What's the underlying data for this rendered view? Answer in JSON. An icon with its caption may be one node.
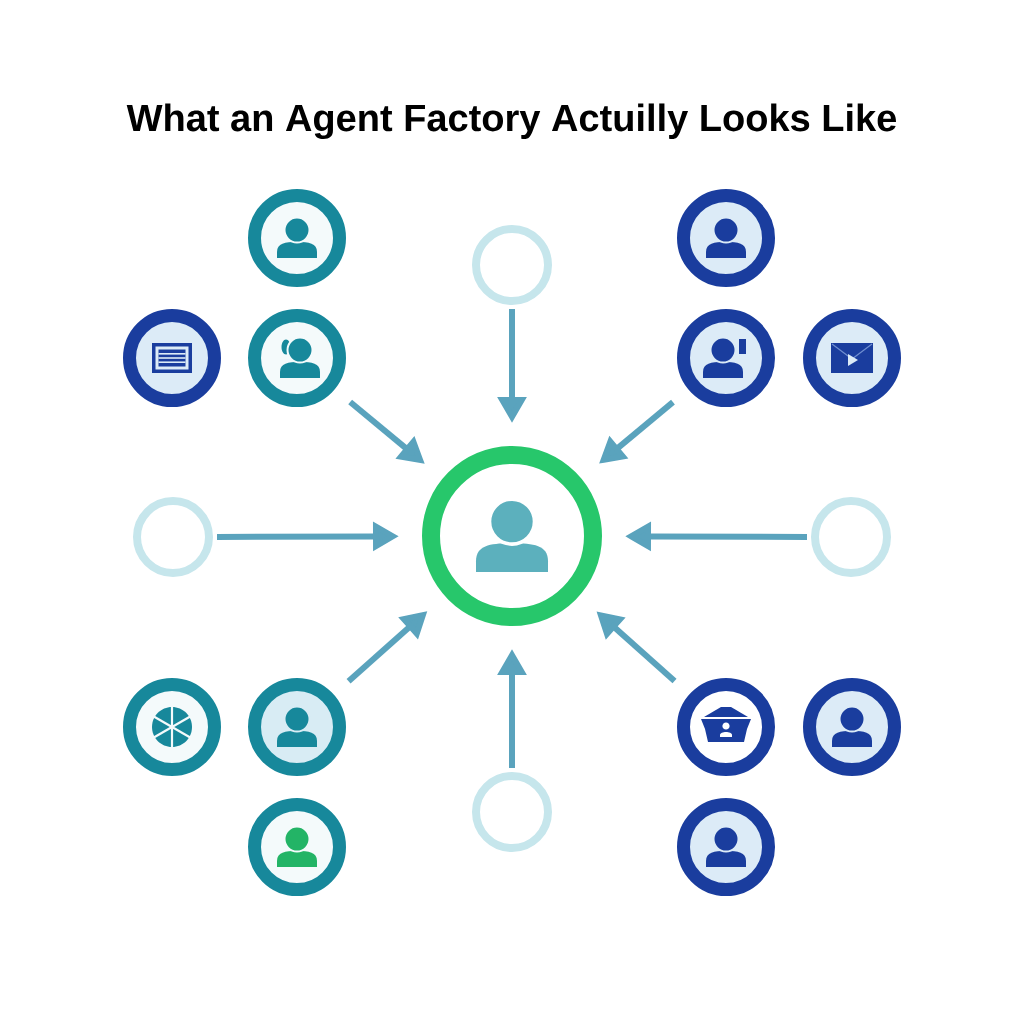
{
  "diagram": {
    "title": "What an Agent Factory Actuilly Looks Like",
    "nodes": [
      {
        "text": [],
        "shape": "circle"
      },
      {
        "text": [],
        "shape": "circle"
      },
      {
        "text": [],
        "shape": "circle"
      },
      {
        "text": [],
        "shape": "circle"
      },
      {
        "text": [],
        "shape": "circle"
      },
      {
        "text": [],
        "shape": "circle"
      },
      {
        "text": [],
        "shape": "circle"
      },
      {
        "text": [],
        "shape": "circle"
      },
      {
        "text": [],
        "shape": "circle"
      },
      {
        "text": [],
        "shape": "circle"
      },
      {
        "text": [],
        "shape": "circle"
      },
      {
        "text": [],
        "shape": "circle"
      },
      {
        "text": [],
        "shape": "circle"
      },
      {
        "text": [],
        "shape": "circle"
      },
      {
        "text": [],
        "shape": "circle"
      },
      {
        "text": [],
        "shape": "circle"
      },
      {
        "text": [],
        "shape": "circle"
      }
    ],
    "edges": [
      {
        "from": 4,
        "to": 8,
        "arrow": "to"
      },
      {
        "from": 1,
        "to": 8,
        "arrow": "to"
      },
      {
        "from": 5,
        "to": 8,
        "arrow": "to"
      },
      {
        "from": 7,
        "to": 8,
        "arrow": "to"
      },
      {
        "from": 9,
        "to": 8,
        "arrow": "to"
      },
      {
        "from": 11,
        "to": 8,
        "arrow": "to"
      },
      {
        "from": 15,
        "to": 8,
        "arrow": "to"
      },
      {
        "from": 12,
        "to": 8,
        "arrow": "to"
      }
    ]
  }
}
